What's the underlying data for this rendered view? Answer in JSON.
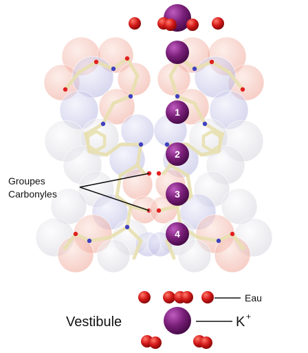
{
  "diagram": {
    "site_labels": [
      "1",
      "2",
      "3",
      "4"
    ],
    "annotations": {
      "carbonyl_line1": "Groupes",
      "carbonyl_line2": "Carbonyles",
      "water": "Eau",
      "vestibule": "Vestibule",
      "potassium": "K",
      "potassium_charge": "+"
    },
    "colors": {
      "potassium": "#7a1f7a",
      "water": "#d41a1a",
      "oxygen_shell": "#f4b8a8",
      "nitrogen_shell": "#c8c8ec",
      "carbon_shell": "#e4e4ea",
      "stick": "#e8e0b0",
      "stick_oxygen": "#e02020",
      "stick_nitrogen": "#4040c0"
    }
  }
}
